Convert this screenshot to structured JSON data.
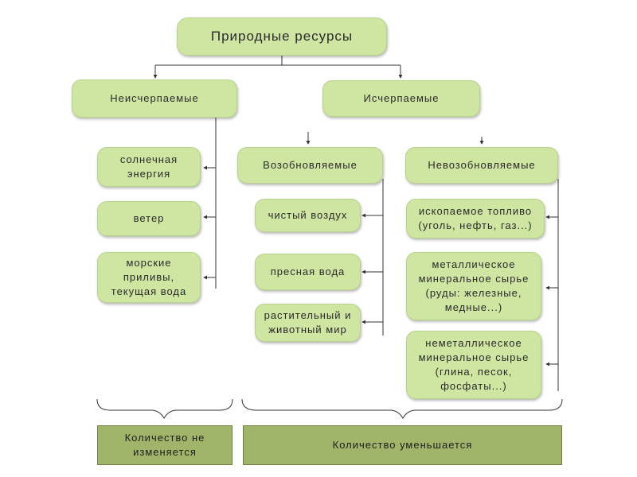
{
  "diagram": {
    "root": {
      "label": "Природные ресурсы"
    },
    "inexhaustible": {
      "label": "Неисчерпаемые",
      "items": [
        "солнечная\nэнергия",
        "ветер",
        "морские\nприливы,\nтекущая вода"
      ]
    },
    "exhaustible": {
      "label": "Исчерпаемые"
    },
    "renewable": {
      "label": "Возобновляемые",
      "items": [
        "чистый воздух",
        "пресная вода",
        "растительный и\nживотный мир"
      ]
    },
    "nonrenewable": {
      "label": "Невозобновляемые",
      "items": [
        "ископаемое топливо\n(уголь, нефть, газ...)",
        "металлическое\nминеральное сырье\n(руды: железные,\nмедные...)",
        "неметаллическое\nминеральное сырье\n(глина, песок,\nфосфаты...)"
      ]
    },
    "footer": {
      "unchanged": "Количество не\nизменяется",
      "decreasing": "Количество уменьшается"
    },
    "colors": {
      "node_fill": "#cfe6a3",
      "footer_fill": "#a0b46a",
      "connector": "#333333"
    }
  }
}
